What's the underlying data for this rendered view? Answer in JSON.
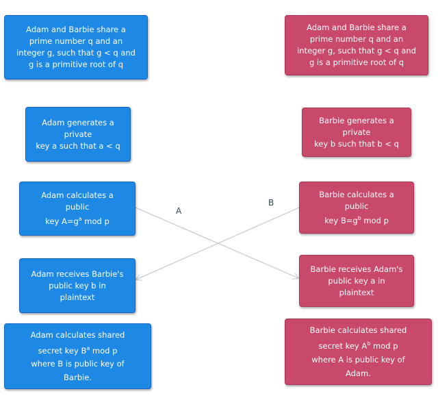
{
  "colors": {
    "adam": "#1e88e5",
    "barbie": "#c9496a",
    "arrow": "#c8cdd2"
  },
  "adam": {
    "step1": "Adam and Barbie share a\nprime number q and an\ninteger g, such that g < q and\ng is a primitive root of q",
    "step2": "Adam generates a\nprivate\nkey a such that a < q",
    "step3": {
      "line1": "Adam calculates a",
      "line2": "public",
      "prefix": "key A=g",
      "exp": "a",
      "suffix": " mod p"
    },
    "step4": "Adam receives Barbie's\npublic key b in\nplaintext",
    "step5": {
      "line1": "Adam calculates shared",
      "prefix": "secret key B",
      "exp": "a",
      "suffix": "  mod p",
      "line3": "where  B is public key  of",
      "line4": "Barbie."
    }
  },
  "barbie": {
    "step1": "Adam and Barbie share a\nprime number q and an\ninteger g, such that g < q and\ng is a primitive root of q",
    "step2": "Barbie generates a\nprivate\nkey b such that b < q",
    "step3": {
      "line1": "Barbie calculates a",
      "line2": "public",
      "prefix": "key B=g",
      "exp": "b",
      "suffix": " mod p"
    },
    "step4": "Barbie receives Adam's\npublic key a in\nplaintext",
    "step5": {
      "line1": "Barbie calculates shared",
      "prefix": "secret key A",
      "exp": "b",
      "suffix": "  mod p",
      "line3": "where  A is public  key  of",
      "line4": "Adam."
    }
  },
  "edges": {
    "label_a": "A",
    "label_b": "B"
  }
}
